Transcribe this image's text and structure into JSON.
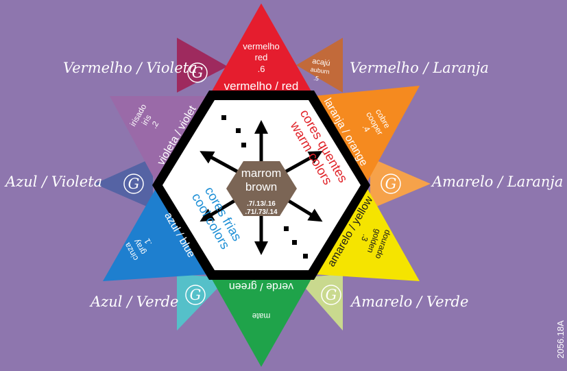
{
  "colors": {
    "background": "#8e76ae",
    "red": "#e51d2e",
    "red_violet": "#9e2a5e",
    "violet": "#9a6aa8",
    "blue_violet": "#5563a4",
    "blue": "#1e7fcf",
    "blue_green": "#55c0c9",
    "green": "#1fa34a",
    "yellow_green": "#c9d98e",
    "yellow": "#f5e400",
    "yellow_orange": "#f6a24a",
    "orange": "#f58a1f",
    "red_orange": "#c26a3a",
    "center_brown": "#7b6555",
    "warm_text": "#e0242a",
    "cool_text": "#1d8fd6"
  },
  "mixes": {
    "red_violet": "Vermelho / Violeta",
    "red_orange": "Vermelho / Laranja",
    "blue_violet": "Azul / Violeta",
    "yellow_orange": "Amarelo / Laranja",
    "blue_green": "Azul / Verde",
    "yellow_green": "Amarelo / Verde"
  },
  "g_symbol": "G",
  "points": {
    "red": {
      "line1": "vermelho",
      "line2": "red",
      "code": ".6"
    },
    "red_orange": {
      "line1": "acajú",
      "line2": "auburn",
      "code": ".5"
    },
    "orange": {
      "line1": "cobre",
      "line2": "cooper",
      "code": ".4"
    },
    "yellow": {
      "line1": "dourado",
      "line2": "golden",
      "code": ".3"
    },
    "green": {
      "line1": "mate"
    },
    "blue": {
      "line1": "cinza",
      "line2": "gray",
      "code": ".1"
    },
    "violet": {
      "line1": "irisado",
      "line2": "iris",
      "code": ".2"
    }
  },
  "hex_edges": {
    "top": "vermelho / red",
    "upper_right": "laranja / orange",
    "lower_right": "amarelo / yellow",
    "bottom": "verde / green",
    "lower_left": "azul / blue",
    "upper_left": "violeta / violet"
  },
  "center": {
    "line1": "marrom",
    "line2": "brown",
    "codes1": ".7/.13/.16",
    "codes2": ".71/.73/.14"
  },
  "warm": {
    "line1": "cores quentes",
    "line2": "warm colors"
  },
  "cool": {
    "line1": "cores frias",
    "line2": "cool colors"
  },
  "reference": "2056.18A"
}
